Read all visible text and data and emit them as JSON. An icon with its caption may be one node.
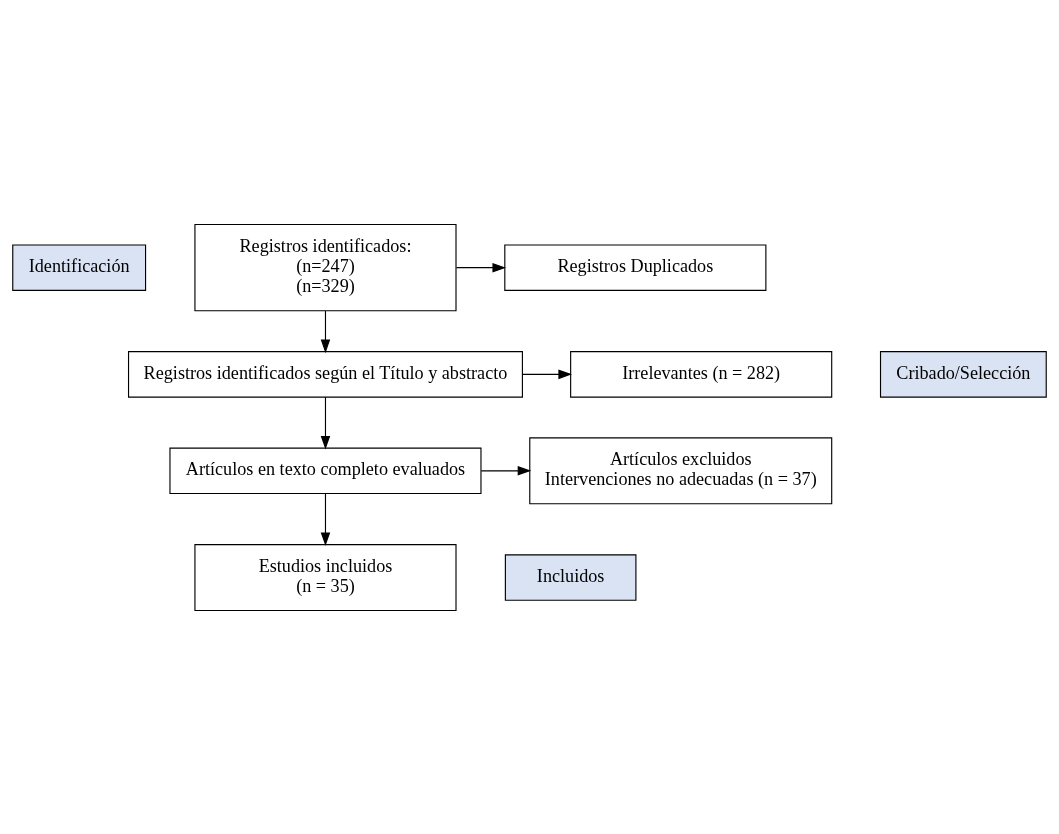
{
  "diagram": {
    "nodes": [
      {
        "text": [
          "Identificación"
        ]
      },
      {
        "text": [
          "Registros identificados:",
          "(n=247)",
          "(n=329)"
        ]
      },
      {
        "text": [
          "Registros Duplicados"
        ]
      },
      {
        "text": [
          "Cribado/Selección"
        ]
      },
      {
        "text": [
          "Registros identificados según el Título y abstracto"
        ]
      },
      {
        "text": [
          "Irrelevantes (n = 282)"
        ]
      },
      {
        "text": [
          "Artículos en texto completo evaluados"
        ]
      },
      {
        "text": [
          "Artículos excluidos",
          "Intervenciones no adecuadas (n = 37)"
        ]
      },
      {
        "text": [
          "Incluidos"
        ]
      },
      {
        "text": [
          "Estudios incluidos",
          "(n = 35)"
        ]
      }
    ],
    "edges": [
      {
        "from": 1,
        "to": 2,
        "arrow": "to"
      },
      {
        "from": 1,
        "to": 4,
        "arrow": "to"
      },
      {
        "from": 4,
        "to": 5,
        "arrow": "to"
      },
      {
        "from": 4,
        "to": 6,
        "arrow": "to"
      },
      {
        "from": 6,
        "to": 7,
        "arrow": "to"
      },
      {
        "from": 6,
        "to": 9,
        "arrow": "to"
      }
    ]
  }
}
